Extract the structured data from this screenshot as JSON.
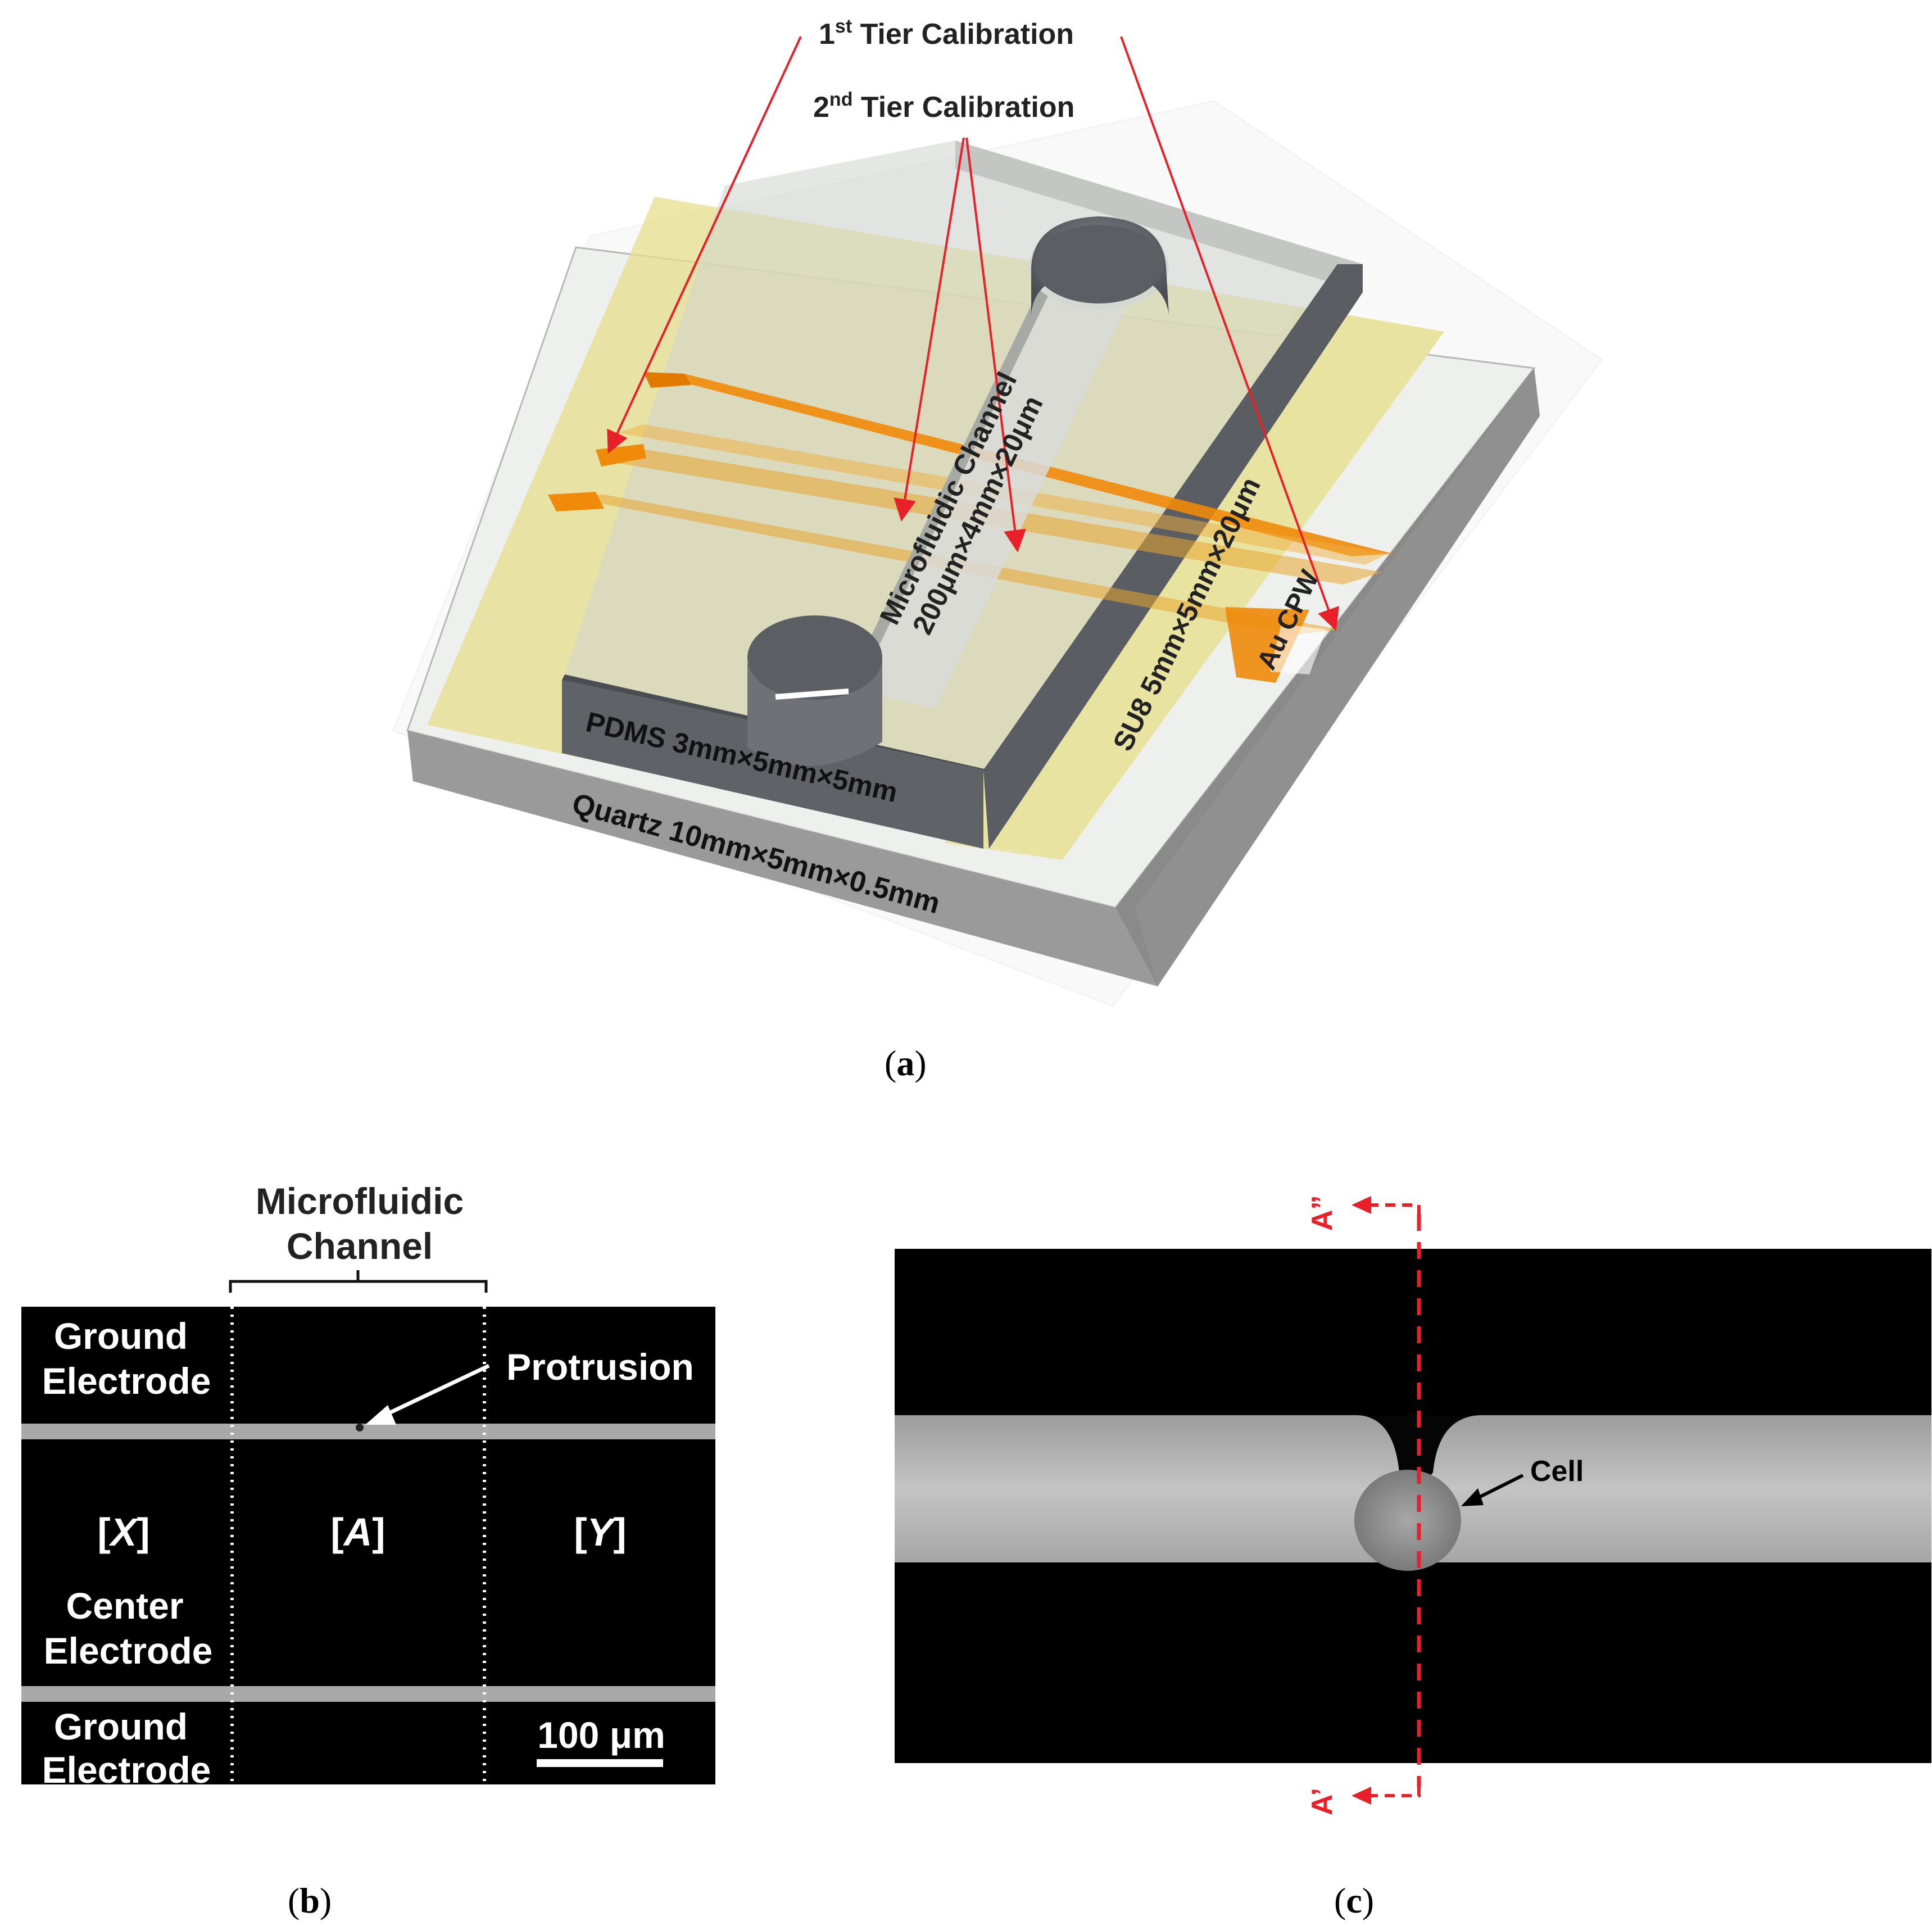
{
  "panel_a": {
    "caption_letter": "a",
    "callout_1st_prefix": "1",
    "callout_1st_sup": "st",
    "callout_1st_suffix": " Tier Calibration",
    "callout_2nd_prefix": "2",
    "callout_2nd_sup": "nd",
    "callout_2nd_suffix": " Tier Calibration",
    "label_channel_line1": "Microfluidic Channel",
    "label_channel_line2": "200μm×4mm×20μm",
    "label_su8": "SU8 5mm×5mm×20μm",
    "label_cpw": "Au CPW",
    "label_pdms": "PDMS 3mm×5mm×5mm",
    "label_quartz": "Quartz 10mm×5mm×0.5mm"
  },
  "panel_b": {
    "caption_letter": "b",
    "channel_line1": "Microfluidic",
    "channel_line2": "Channel",
    "ground_top_line1": "Ground",
    "ground_top_line2": "Electrode",
    "protrusion": "Protrusion",
    "region_x_open": "[",
    "region_x_var": "X",
    "region_x_close": "]",
    "region_a_open": "[",
    "region_a_var": "A",
    "region_a_close": "]",
    "region_y_open": "[",
    "region_y_var": "Y",
    "region_y_close": "]",
    "center_line1": "Center",
    "center_line2": "Electrode",
    "ground_bot_line1": "Ground",
    "ground_bot_line2": "Electrode",
    "scale": "100 μm"
  },
  "panel_c": {
    "caption_letter": "c",
    "section_top": "A”",
    "section_bottom": "A’",
    "cell_label": "Cell"
  },
  "colors": {
    "arrow_red": "#e8202a",
    "electrode_orange": "#f08a0a",
    "su8_yellow": "#e6df8c",
    "quartz_gray": "#9a9a9a",
    "pdms_dark": "#5a5d62"
  }
}
